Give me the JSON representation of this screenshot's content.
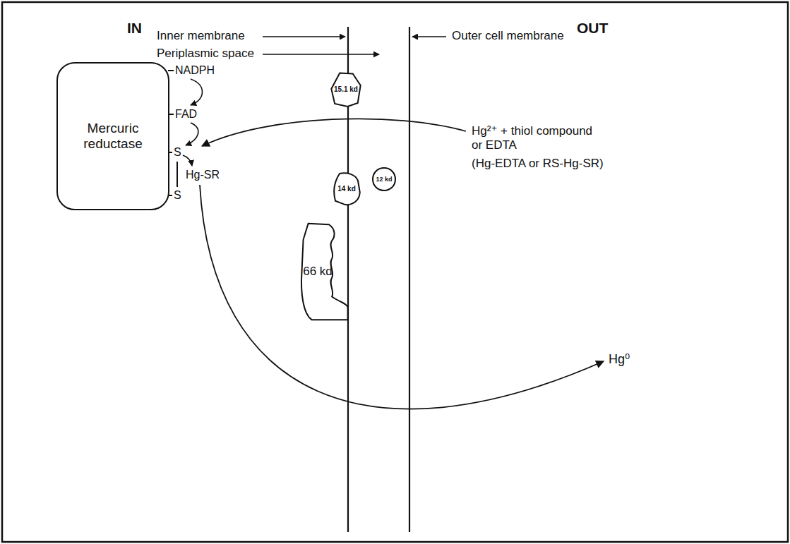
{
  "diagram": {
    "nodes": [
      {
        "text": [
          "Mercuric reductase"
        ]
      },
      {
        "text": [
          "15.1 kd"
        ]
      },
      {
        "text": [
          "14 kd"
        ]
      },
      {
        "text": [
          "12 kd"
        ]
      },
      {
        "text": [
          "66 kd"
        ]
      }
    ],
    "labels": [
      "IN",
      "OUT",
      "Inner membrane",
      "Periplasmic space",
      "Outer cell membrane",
      "NADPH",
      "FAD",
      "S",
      "S",
      "Hg-SR",
      "Hg²⁺ + thiol compound or EDTA",
      "(Hg-EDTA or RS-Hg-SR)",
      "Hg⁰"
    ]
  }
}
